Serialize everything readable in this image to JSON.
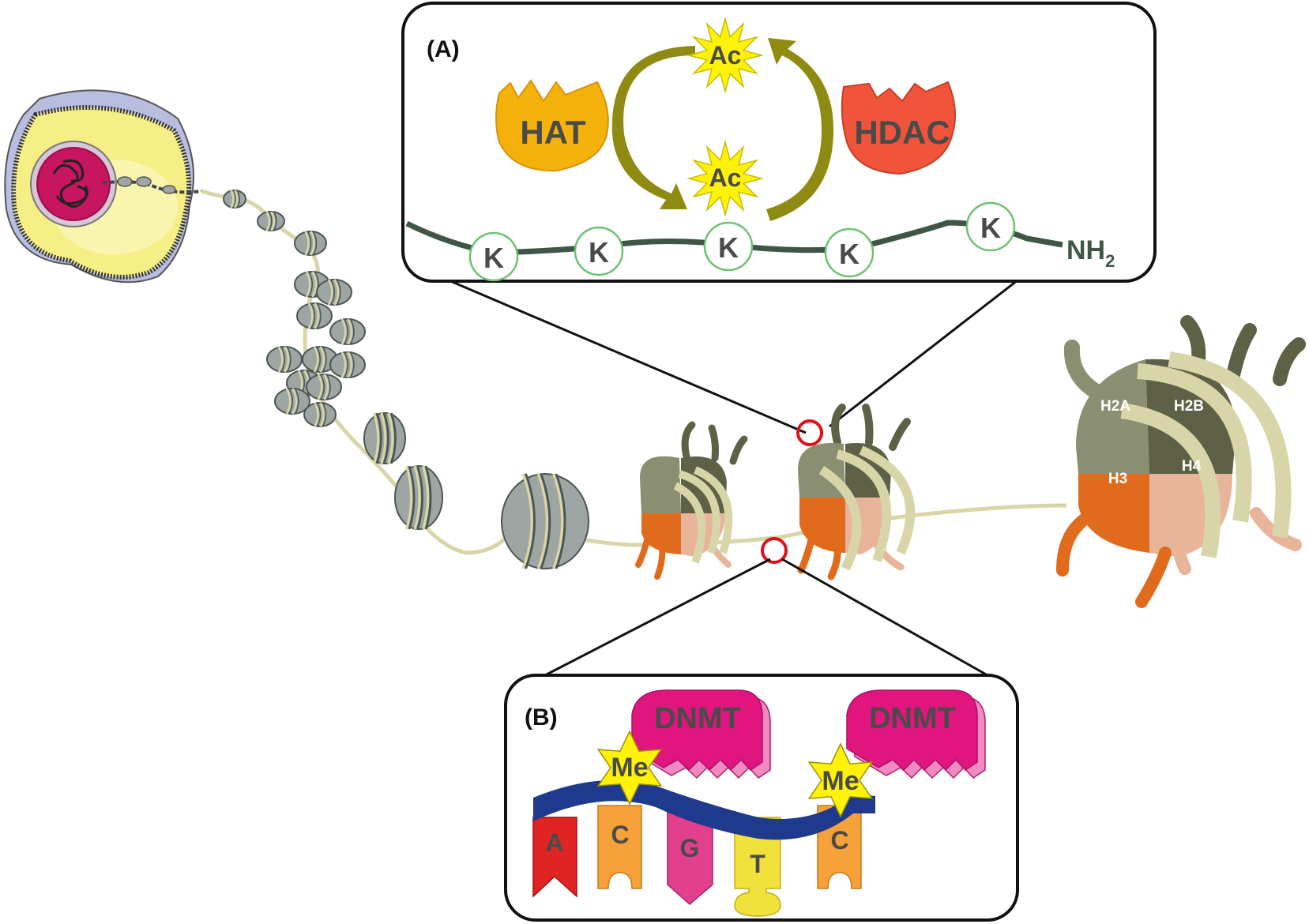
{
  "panel_a": {
    "title": "(A)",
    "enzyme_left": "HAT",
    "enzyme_right": "HDAC",
    "acetyl_top": "Ac",
    "acetyl_bottom": "Ac",
    "lysine": "K",
    "terminus_main": "NH",
    "terminus_sub": "2"
  },
  "histones": {
    "h2a": "H2A",
    "h2b": "H2B",
    "h3": "H3",
    "h4": "H4"
  },
  "panel_b": {
    "title": "(B)",
    "enzyme": "DNMT",
    "methyl": "Me",
    "bases": [
      "A",
      "C",
      "G",
      "T",
      "C"
    ]
  },
  "colors": {
    "hat": "#f6b20c",
    "hdac": "#f0553c",
    "acetyl_star": "#fff20a",
    "cycle_arrow": "#8f8a12",
    "peptide_line": "#3f5646",
    "dnmt": "#e0157d",
    "dna_backbone": "#1f3a8c",
    "base_a": "#e02424",
    "base_c": "#f5a23a",
    "base_g": "#e23f8e",
    "base_t": "#f0e23a",
    "h3": "#e06b1c",
    "h4": "#e8b49a",
    "h2a": "#8a8f72",
    "h2b": "#5e6146",
    "dna_wrap": "#d8d6a8"
  }
}
